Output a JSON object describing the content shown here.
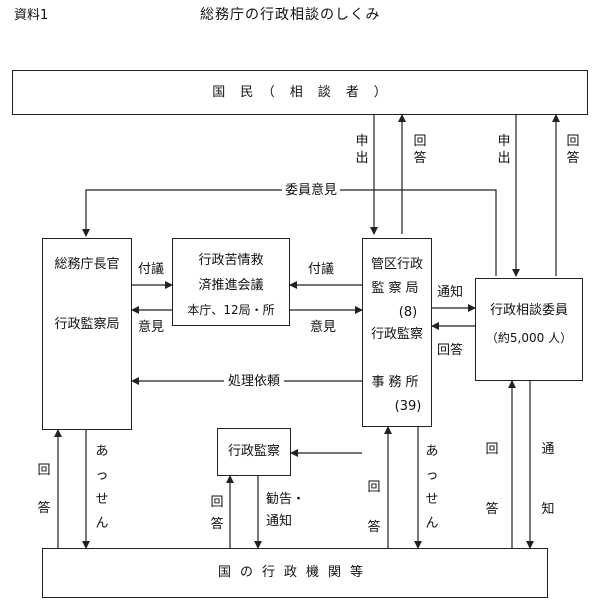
{
  "header": {
    "label": "資料1",
    "title": "総務庁の行政相談のしくみ"
  },
  "nodes": {
    "kokumin": "国　民　（　相　談　者　）",
    "chokan_1": "総務庁長官",
    "chokan_2": "行政監察局",
    "kujo_1": "行政苦情救",
    "kujo_2": "済推進会議",
    "kujo_3": "本庁、12局・所",
    "kanku_1": "管区行政",
    "kanku_2": "監察局",
    "kanku_3": "(8)",
    "kanku_4": "行政監察",
    "kanku_5": "事務所",
    "kanku_6": "(39)",
    "iin_1": "行政相談委員",
    "iin_2": "（約5,000 人）",
    "kansatsu": "行政監察",
    "kikan": "国の行政機関等"
  },
  "edges": {
    "moshide": "申\n出",
    "kaito": "回\n答",
    "moshide2": "申\n出",
    "kaito2": "回\n答",
    "iin_iken": "委員意見",
    "fugi_left": "付議",
    "fugi_right": "付議",
    "iken_left": "意見",
    "iken_right": "意見",
    "tsuchi": "通知",
    "kaito_iin": "回答",
    "shori": "処理依頼",
    "kaito_left": "回\n答",
    "assen_left": "あ\nっ\nせ\nん",
    "kaito_kansatsu": "回\n答",
    "kankoku_1": "勧告・",
    "kankoku_2": "通知",
    "kaito_kanku": "回\n答",
    "assen_kanku": "あ\nっ\nせ\nん",
    "kaito_iin2": "回\n答",
    "tsuchi_iin": "通\n知"
  }
}
